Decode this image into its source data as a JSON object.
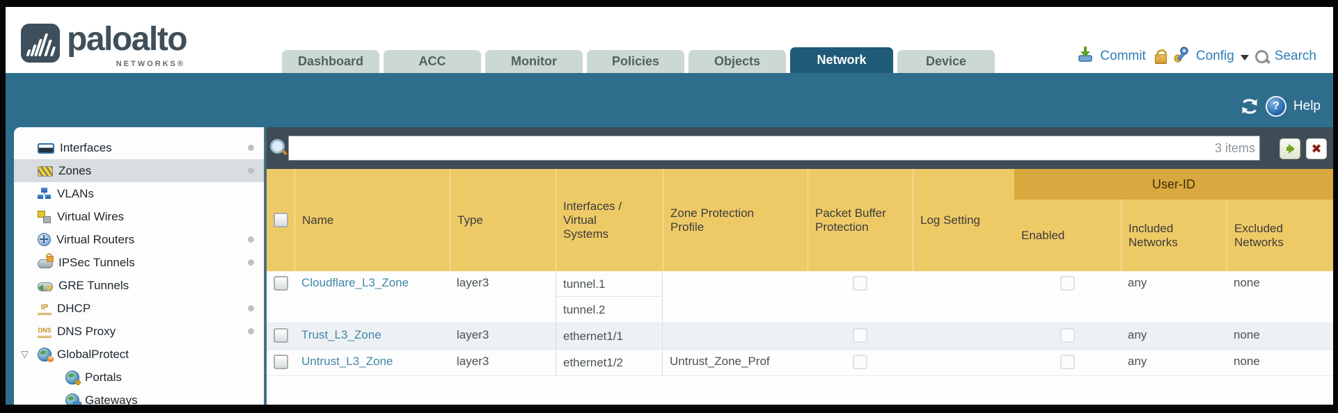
{
  "header": {
    "logo_text": "paloalto",
    "logo_sub": "NETWORKS®",
    "tabs": [
      {
        "label": "Dashboard",
        "active": false
      },
      {
        "label": "ACC",
        "active": false
      },
      {
        "label": "Monitor",
        "active": false
      },
      {
        "label": "Policies",
        "active": false
      },
      {
        "label": "Objects",
        "active": false
      },
      {
        "label": "Network",
        "active": true
      },
      {
        "label": "Device",
        "active": false
      }
    ],
    "actions": {
      "commit": "Commit",
      "config": "Config",
      "search": "Search"
    }
  },
  "toolbar": {
    "help": "Help"
  },
  "filter": {
    "value": "",
    "count": "3 items"
  },
  "sidebar": {
    "items": [
      {
        "label": "Interfaces",
        "icon": "interfaces-icon",
        "dot": true
      },
      {
        "label": "Zones",
        "icon": "zones-icon",
        "dot": true,
        "selected": true
      },
      {
        "label": "VLANs",
        "icon": "vlans-icon"
      },
      {
        "label": "Virtual Wires",
        "icon": "virtual-wires-icon"
      },
      {
        "label": "Virtual Routers",
        "icon": "virtual-routers-icon",
        "dot": true
      },
      {
        "label": "IPSec Tunnels",
        "icon": "ipsec-tunnels-icon",
        "dot": true
      },
      {
        "label": "GRE Tunnels",
        "icon": "gre-tunnels-icon"
      },
      {
        "label": "DHCP",
        "icon": "dhcp-icon",
        "dot": true
      },
      {
        "label": "DNS Proxy",
        "icon": "dns-proxy-icon",
        "dot": true
      },
      {
        "label": "GlobalProtect",
        "icon": "globalprotect-icon",
        "expanded": true
      },
      {
        "label": "Portals",
        "icon": "portals-icon",
        "child": true
      },
      {
        "label": "Gateways",
        "icon": "gateways-icon",
        "child": true
      }
    ],
    "expander_glyph": "▽"
  },
  "table": {
    "user_id_label": "User-ID",
    "columns": [
      "",
      "Name",
      "Type",
      "Interfaces / Virtual Systems",
      "Zone Protection Profile",
      "Packet Buffer Protection",
      "Log Setting",
      "Enabled",
      "Included Networks",
      "Excluded Networks"
    ],
    "rows": [
      {
        "name": "Cloudflare_L3_Zone",
        "type": "layer3",
        "interfaces": [
          "tunnel.1",
          "tunnel.2"
        ],
        "zone_protection_profile": "",
        "packet_buffer_protection": false,
        "log_setting": "",
        "user_id_enabled": false,
        "included_networks": "any",
        "excluded_networks": "none"
      },
      {
        "name": "Trust_L3_Zone",
        "type": "layer3",
        "interfaces": [
          "ethernet1/1"
        ],
        "zone_protection_profile": "",
        "packet_buffer_protection": false,
        "log_setting": "",
        "user_id_enabled": false,
        "included_networks": "any",
        "excluded_networks": "none"
      },
      {
        "name": "Untrust_L3_Zone",
        "type": "layer3",
        "interfaces": [
          "ethernet1/2"
        ],
        "zone_protection_profile": "Untrust_Zone_Prof",
        "packet_buffer_protection": false,
        "log_setting": "",
        "user_id_enabled": false,
        "included_networks": "any",
        "excluded_networks": "none"
      }
    ]
  },
  "colors": {
    "teal_band": "#2f6d8d",
    "active_tab": "#1f5a78",
    "table_header_gold": "#eeca67",
    "user_id_band_gold": "#d9a83e",
    "link_blue": "#4187a8",
    "filter_strip": "#404c55"
  }
}
